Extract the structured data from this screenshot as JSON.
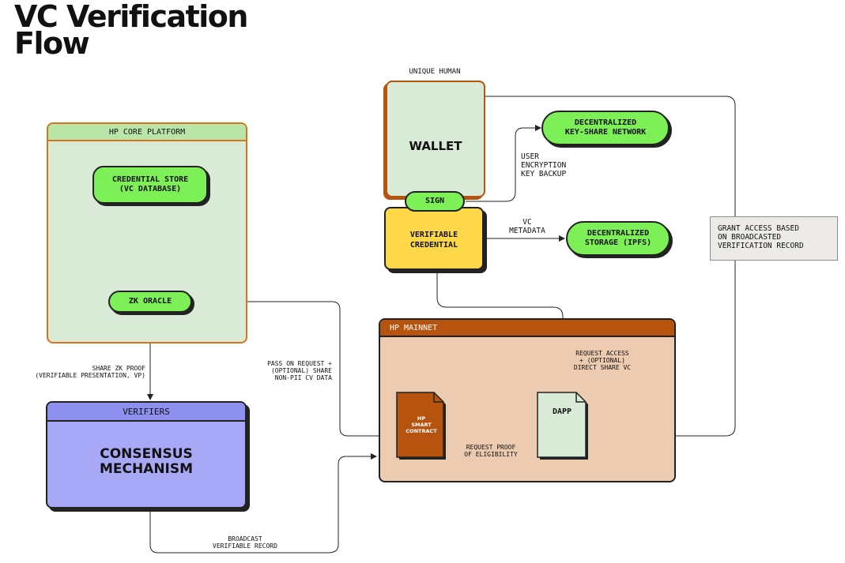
{
  "title": {
    "line1": "VC Verification",
    "line2": "Flow"
  },
  "hp_core_platform": {
    "header": "HP CORE PLATFORM",
    "credential_store": "CREDENTIAL STORE\n(VC DATABASE)",
    "zk_oracle": "ZK ORACLE"
  },
  "wallet_group": {
    "unique_human": "UNIQUE HUMAN",
    "wallet": "WALLET",
    "sign": "SIGN",
    "verifiable_credential": "VERIFIABLE\nCREDENTIAL"
  },
  "decentralized_key_share": "DECENTRALIZED\nKEY-SHARE NETWORK",
  "decentralized_storage": "DECENTRALIZED\nSTORAGE (IPFS)",
  "grant_access": "GRANT ACCESS BASED\nON BROADCASTED\nVERIFICATION RECORD",
  "verifiers": {
    "header": "VERIFIERS",
    "consensus": "CONSENSUS\nMECHANISM"
  },
  "hp_mainnet": {
    "header": "HP MAINNET",
    "smart_contract": "HP\nSMART\nCONTRACT",
    "dapp": "DAPP"
  },
  "labels": {
    "user_encryption": "USER\nENCRYPTION\nKEY BACKUP",
    "vc_metadata": "VC\nMETADATA",
    "share_zk_proof": "SHARE ZK PROOF\n(VERIFIABLE PRESENTATION, VP)",
    "pass_on_request": "PASS ON REQUEST +\n(OPTIONAL) SHARE\nNON-PII CV DATA",
    "request_access": "REQUEST ACCESS\n+ (OPTIONAL)\nDIRECT SHARE VC",
    "request_proof": "REQUEST PROOF\nOF ELIGIBILITY",
    "broadcast": "BROADCAST\nVERIFIABLE RECORD"
  },
  "colors": {
    "green_fill": "#7ef057",
    "panel_green": "#d9ebd6",
    "orange_border": "#d8741c",
    "brown": "#b5530f",
    "mainnet_fill": "#eccbb0",
    "verifier_fill": "#a7a9f6",
    "vc_yellow": "#ffd84a",
    "wallet_fill": "#d9ebd6"
  }
}
